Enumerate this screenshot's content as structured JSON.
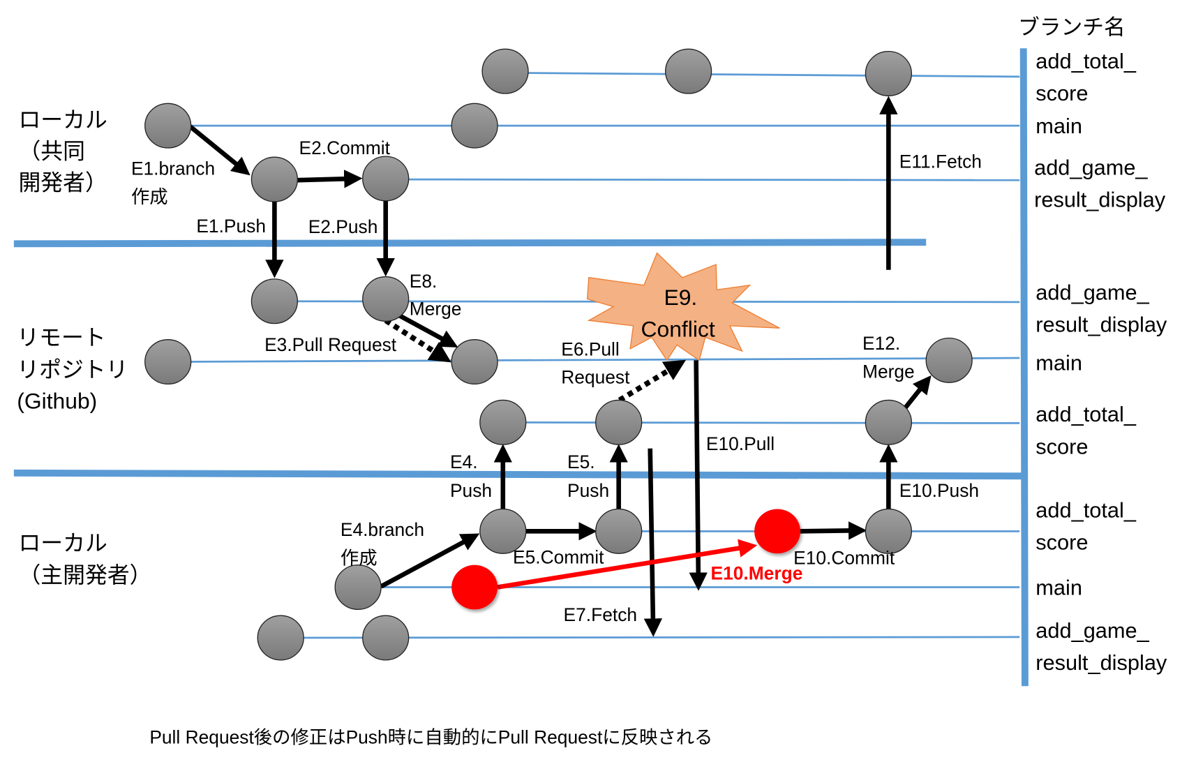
{
  "colors": {
    "branch_line": "#5b9bd5",
    "node": "#8c8c8c",
    "conflict_merge": "#ff0000",
    "conflict_burst": "#f4b183"
  },
  "regions": {
    "local_collab": [
      "ローカル",
      "（共同",
      "開発者）"
    ],
    "remote": [
      "リモート",
      "リポジトリ",
      "(Github)"
    ],
    "local_main": [
      "ローカル",
      "（主開発者）"
    ]
  },
  "branch_header": "ブランチ名",
  "branch_names": [
    [
      "add_total_",
      "score"
    ],
    [
      "main"
    ],
    [
      "add_game_",
      "result_display"
    ],
    [
      "add_game_",
      "result_display"
    ],
    [
      "main"
    ],
    [
      "add_total_",
      "score"
    ],
    [
      "add_total_",
      "score"
    ],
    [
      "main"
    ],
    [
      "add_game_",
      "result_display"
    ]
  ],
  "events": {
    "e1_branch": [
      "E1.branch",
      "作成"
    ],
    "e1_push": "E1.Push",
    "e2_commit": "E2.Commit",
    "e2_push": "E2.Push",
    "e3_pr": "E3.Pull Request",
    "e4_branch": [
      "E4.branch",
      "作成"
    ],
    "e4_push": [
      "E4.",
      "Push"
    ],
    "e5_push": [
      "E5.",
      "Push"
    ],
    "e5_commit": "E5.Commit",
    "e6_pr": [
      "E6.Pull",
      "Request"
    ],
    "e7_fetch": "E7.Fetch",
    "e8_merge": [
      "E8.",
      "Merge"
    ],
    "e9_conflict": [
      "E9.",
      "Conflict"
    ],
    "e10_pull": "E10.Pull",
    "e10_merge": "E10.Merge",
    "e10_commit": "E10.Commit",
    "e10_push": "E10.Push",
    "e11_fetch": "E11.Fetch",
    "e12_merge": [
      "E12.",
      "Merge"
    ]
  },
  "footnote": "Pull Request後の修正はPush時に自動的にPull Requestに反映される"
}
